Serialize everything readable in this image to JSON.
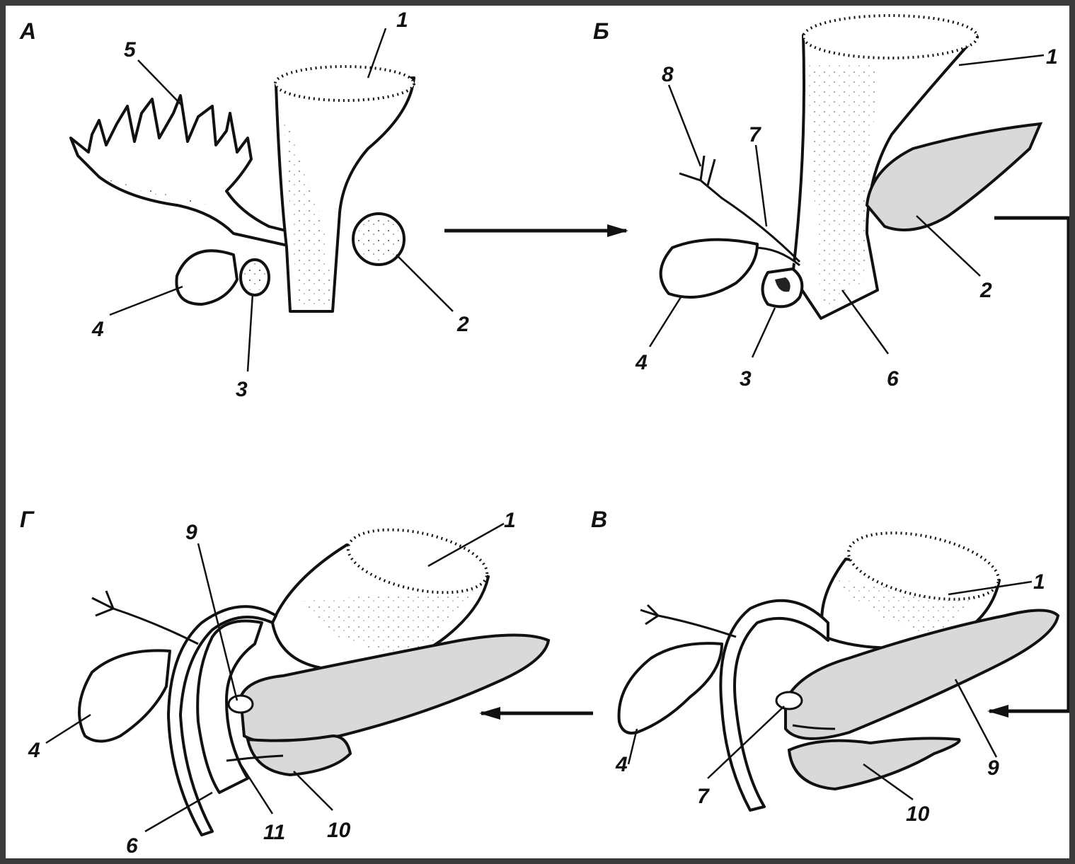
{
  "panels": {
    "A": "А",
    "B": "Б",
    "V": "В",
    "G": "Г"
  },
  "labels": {
    "A": [
      "1",
      "2",
      "3",
      "4",
      "5"
    ],
    "B": [
      "1",
      "2",
      "3",
      "4",
      "6",
      "7",
      "8"
    ],
    "V": [
      "1",
      "4",
      "7",
      "9",
      "10"
    ],
    "G": [
      "1",
      "4",
      "6",
      "9",
      "10",
      "11"
    ]
  },
  "colors": {
    "background": "#3a3a3a",
    "paper": "#ffffff",
    "ink": "#111111"
  }
}
